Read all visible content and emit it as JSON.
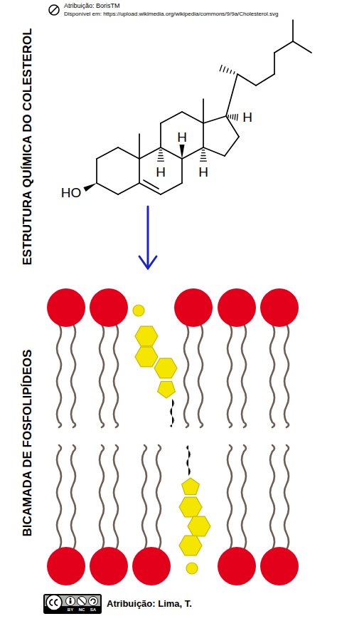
{
  "diagram": {
    "labels": [
      "ESTRUTURA QUÍMICA DO COLESTEROL",
      "Atribuição: BorisTM",
      "Disponível em: https://upload.wikimedia.org/wikipedia/commons/9/9a/Cholesterol.svg",
      "H",
      "H",
      "H",
      "H",
      "HO",
      "BICAMADA DE FOSFOLIPÍDEOS",
      "BY",
      "NC",
      "SA",
      "Atribuição: Lima, T."
    ]
  }
}
